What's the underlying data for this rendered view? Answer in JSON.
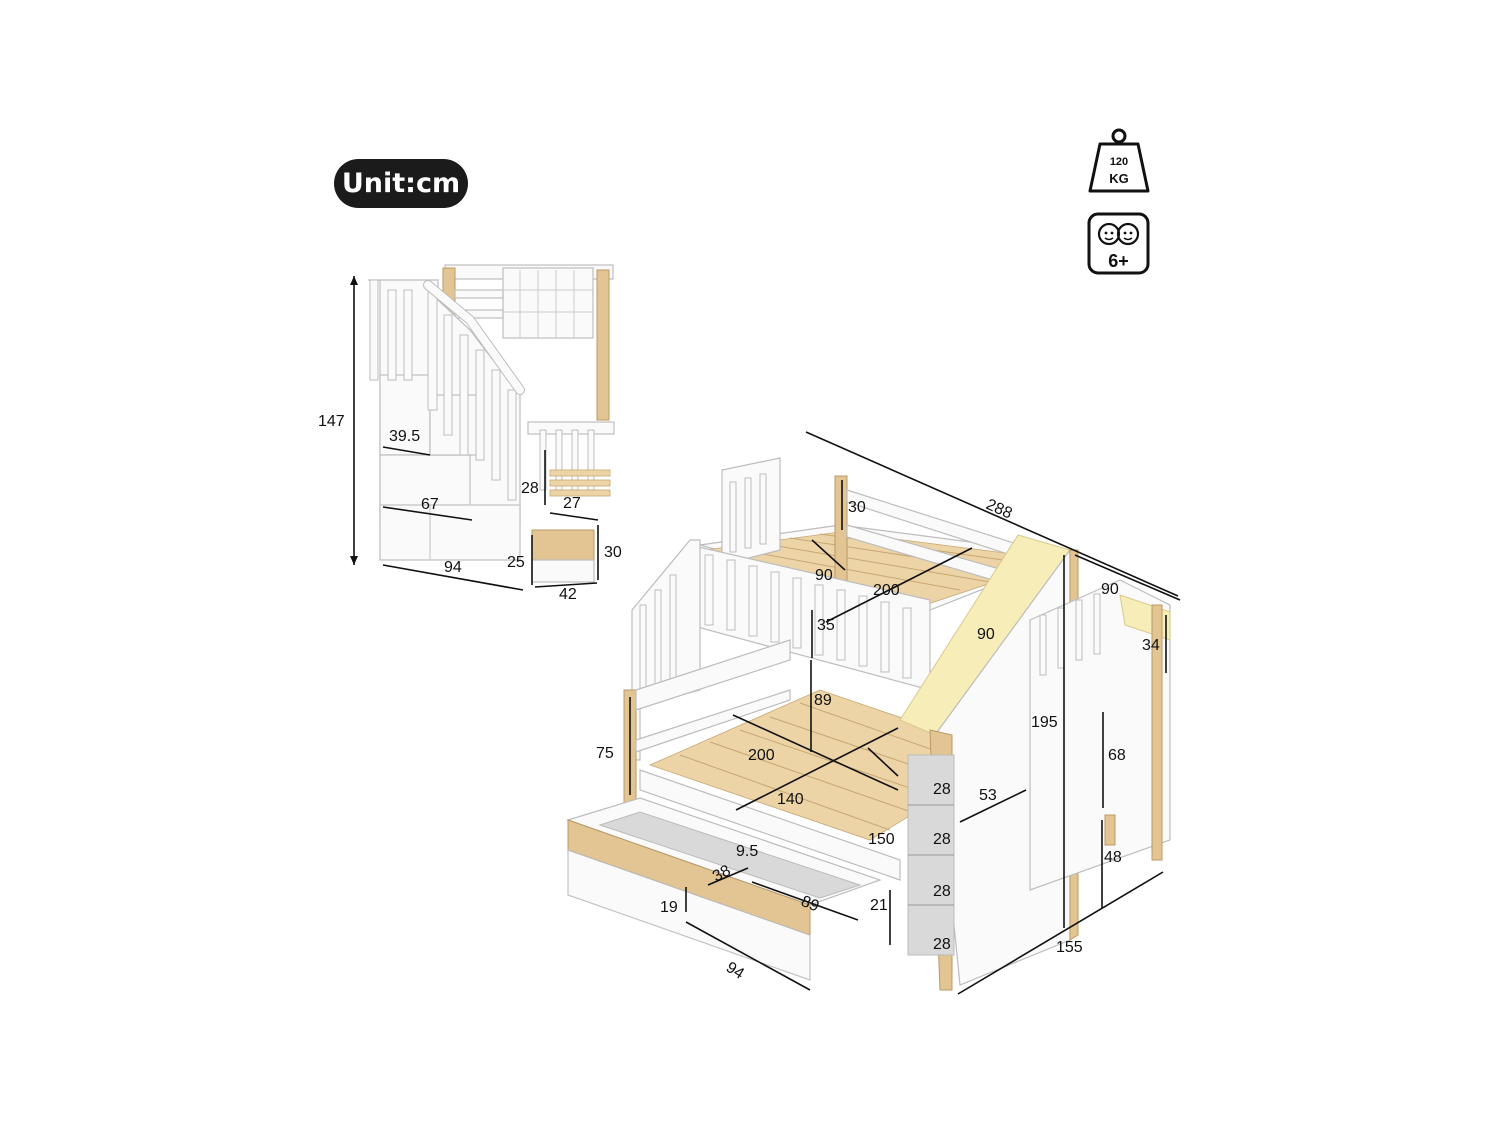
{
  "unit_label": "Unit:cm",
  "badges": {
    "weight_value": "120",
    "weight_unit": "KG",
    "age_label": "6+"
  },
  "stair_dimensions": {
    "height": "147",
    "step_depth": "39.5",
    "step_width": "67",
    "base_width": "94",
    "riser": "28",
    "top_step": "27",
    "drawer_height": "25",
    "drawer_total": "30",
    "drawer_depth": "42"
  },
  "bed_dimensions": {
    "total_length": "288",
    "upper_rail": "30",
    "upper_width": "90",
    "upper_length": "200",
    "house_roof": "90",
    "house_depth": "90",
    "guard_rail": "35",
    "canopy": "34",
    "upper_clearance": "89",
    "total_height": "195",
    "lower_rail": "75",
    "lower_length": "200",
    "cabinet_height": "68",
    "lower_width": "140",
    "shelf_1": "28",
    "shelf_2": "28",
    "shelf_3": "28",
    "shelf_4": "28",
    "shelf_width": "53",
    "under_clearance": "48",
    "drawer_handle": "9.5",
    "drawer_inner": "38",
    "drawer_length": "89",
    "drawer_height": "19",
    "drawer_width": "94",
    "bed_width": "150",
    "drawer_clearance": "21",
    "total_width": "155"
  }
}
